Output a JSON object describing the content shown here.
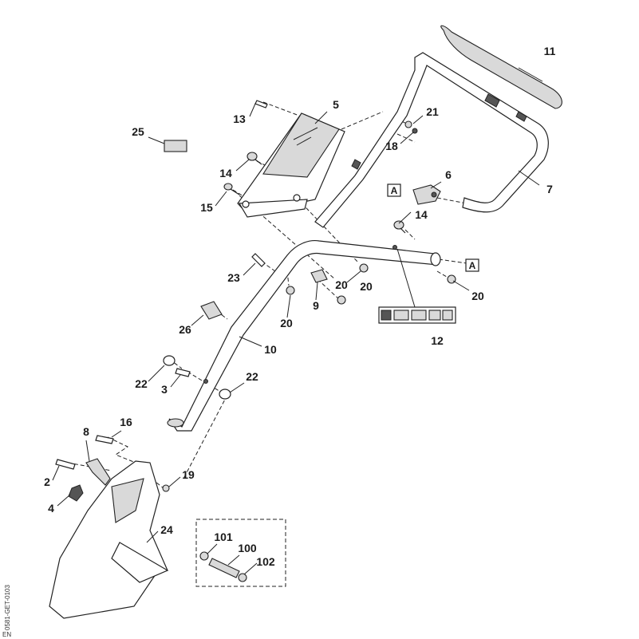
{
  "labels": [
    "11",
    "21",
    "13",
    "5",
    "25",
    "18",
    "6",
    "14",
    "7",
    "15",
    "14",
    "23",
    "20",
    "20",
    "20",
    "9",
    "26",
    "20",
    "12",
    "10",
    "22",
    "3",
    "22",
    "16",
    "8",
    "19",
    "2",
    "4",
    "24",
    "101",
    "100",
    "102"
  ],
  "ref_letters": [
    "A",
    "A"
  ],
  "side_code": "0581-GET-0103",
  "side_tag": "EN",
  "colors": {
    "line": "#222222",
    "background": "#ffffff",
    "shade": "#d9d9d9"
  }
}
